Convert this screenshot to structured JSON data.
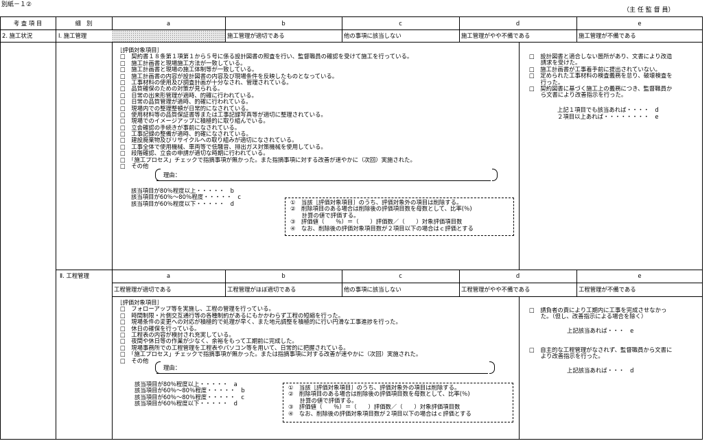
{
  "doc_label": "別紙－１②",
  "role_label": "（主 任 監 督 員）",
  "header": {
    "col_item": "考 査 項 目",
    "col_detail": "細　別",
    "a": "a",
    "b": "b",
    "c": "c",
    "d": "d",
    "e": "e"
  },
  "item": "2. 施工状況",
  "sec1": {
    "title": "Ⅰ. 施工管理",
    "grades": {
      "b": "施工管理が適切である",
      "c": "他の事項に該当しない",
      "d": "施工管理がやや不備である",
      "e": "施工管理が不備である"
    },
    "eval_title": "［評価対象項目］",
    "checks": [
      "□　契約書１８条第１項第１から５号に係る設計図書の照査を行い、監督職員の確認を受けて施工を行っている。",
      "□　施工計画書と現場施工方法が一致している。",
      "□　施工計画書と現場の施工体制等が一致している。",
      "□　施工計画書の内容が設計図書の内容及び現場条件を反映したものとなっている。",
      "□　工事材料の使用及び調査計画が十分なされ、管理されている。",
      "□　品質確保のための対策が見られる。",
      "□　日常の出来形管理が適時、的確に行われている。",
      "□　日常の品質管理が適時、的確に行われている。",
      "□　現場内での整理整頓が日常的になされている。",
      "□　使用材料等の品質保証書等または工事記録写真等が適切に整理されている。",
      "□　現場でのイメージアップに積極的に取り組んでいる。",
      "□　立会確認の手続きが事前になされている。",
      "□　工事記録の整備が適時、的確になされている。",
      "□　建設廃棄物及びリサイクルへの取り組みが適切になされている。",
      "□　工事全体で使用機械、車両等で低騒音、排出ガス対策機械を使用している。",
      "□　段階確認、立会の申請が適切な時期に行われている。",
      "□　「施工プロセス」チェックで指摘事項が無かった。また指摘事項に対する改善が速やかに（次回）実施された。",
      "□　その他"
    ],
    "reason_label": "理由：",
    "ratios": [
      "該当項目が80％程度以上・・・・・　b",
      "該当項目が60％～80％程度・・・・・　c",
      "該当項目が60％程度以下・・・・・　d"
    ],
    "notes": [
      "①　当該［評価対象項目］のうち、評価対象外の項目は削除する。",
      "②　削除項目のある場合は削除後の評価項目数を母数として、比率(％)",
      "　　計算の値で評価する。",
      "③　評価値（　　％）＝（　　）評価数／（　　）対象評価項目数",
      "④　なお、削除後の評価対象項目数が２項目以下の場合はｃ評価とする"
    ],
    "right_checks": [
      "□　設計図書と適合しない箇所があり、文書により改造",
      "　　請求を受けた。",
      "□　施工計画書が工事着手前に提出されていない。",
      "□　定められた工事材料の検査義務を怠り、破壊検査を",
      "　　行った。",
      "□　契約図書に基づく施工上の義務につき、監督職員か",
      "　　ら文書により改善指示を行った。"
    ],
    "right_result1": "上記１項目でも該当あれば・・・・　d",
    "right_result2": "２項目以上あれば・・・・・・・・　e"
  },
  "sec2": {
    "title": "Ⅱ. 工程管理",
    "grades": {
      "a": "工程管理が適切である",
      "b": "工程管理がほぼ適切である",
      "c": "他の事項に該当しない",
      "d": "工程管理がやや不備である",
      "e": "工程管理が不備である"
    },
    "eval_title": "［評価対象項目］",
    "checks": [
      "□　フォローアップ等を実施し、工程の管理を行っている。",
      "□　時間制限・片側交互通行等の各種制約があるにもかかわらず工程の短縮を行った。",
      "□　現場条件の変更への対応が積極的で処理が早く、また地元調整を積極的に行い円滑な工事進捗を行った。",
      "□　休日の確保を行っている。",
      "□　工程表の内容が検討され充実している。",
      "□　夜間や休日等の作業が少なく、余裕をもって工期前に完成した。",
      "□　現場事務所での工程管理を工程表やパソコン等を用いて、日常的に把握されている。",
      "□　「施工プロセス」チェックで指摘事項が無かった。または指摘事項に対する改善が速やかに（次回）実施された。",
      "□　その他"
    ],
    "reason_label": "理由：",
    "ratios": [
      "該当項目が80％程度以上・・・・・　a",
      "該当項目が60％～80％程度・・・・・　b",
      "該当項目が60％～80％程度・・・・・　c",
      "該当項目が60％程度以下・・・・・　d"
    ],
    "notes": [
      "①　当該［評価対象項目］のうち、評価対象外の項目は削除する。",
      "②　削除項目のある場合は削除後の評価項目数を母数として、比率(％)",
      "　　計算の値で評価する。",
      "③　評価値（　　％）＝（　　）評価数／（　　）対象評価項目数",
      "④　なお、削除後の評価対象項目数が２項目以下の場合はｃ評価とする"
    ],
    "right_check1": [
      "□　請負者の責により工期内に工事を完成させなかっ",
      "　　た。（但し、改善指示による場合を除く）"
    ],
    "right_result1": "上記該当あれば・・・　e",
    "right_check2": [
      "□　自主的な工程管理がなされず、監督職員から文書に",
      "　　より改善指示を行った。"
    ],
    "right_result2": "上記該当あれば・・・　d"
  }
}
